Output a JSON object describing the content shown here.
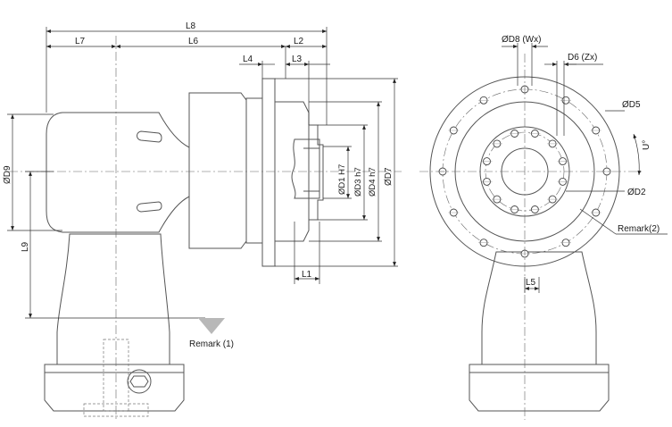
{
  "dimensions": {
    "L1": "L1",
    "L2": "L2",
    "L3": "L3",
    "L4": "L4",
    "L5": "L5",
    "L6": "L6",
    "L7": "L7",
    "L8": "L8",
    "L9": "L9",
    "OD1": "ØD1  H7",
    "OD2": "ØD2",
    "OD3": "ØD3  h7",
    "OD4": "ØD4  h7",
    "OD5": "ØD5",
    "OD7": "ØD7",
    "OD8": "ØD8 (Wx)",
    "OD9": "ØD9",
    "D6": "D6 (Zx)",
    "U": "U°"
  },
  "remarks": {
    "remark1": "Remark (1)",
    "remark2": "Remark(2)"
  },
  "colors": {
    "body_fill_light": "#f2f2f2",
    "body_fill_mid": "#dcdcdc",
    "line": "#555555"
  }
}
